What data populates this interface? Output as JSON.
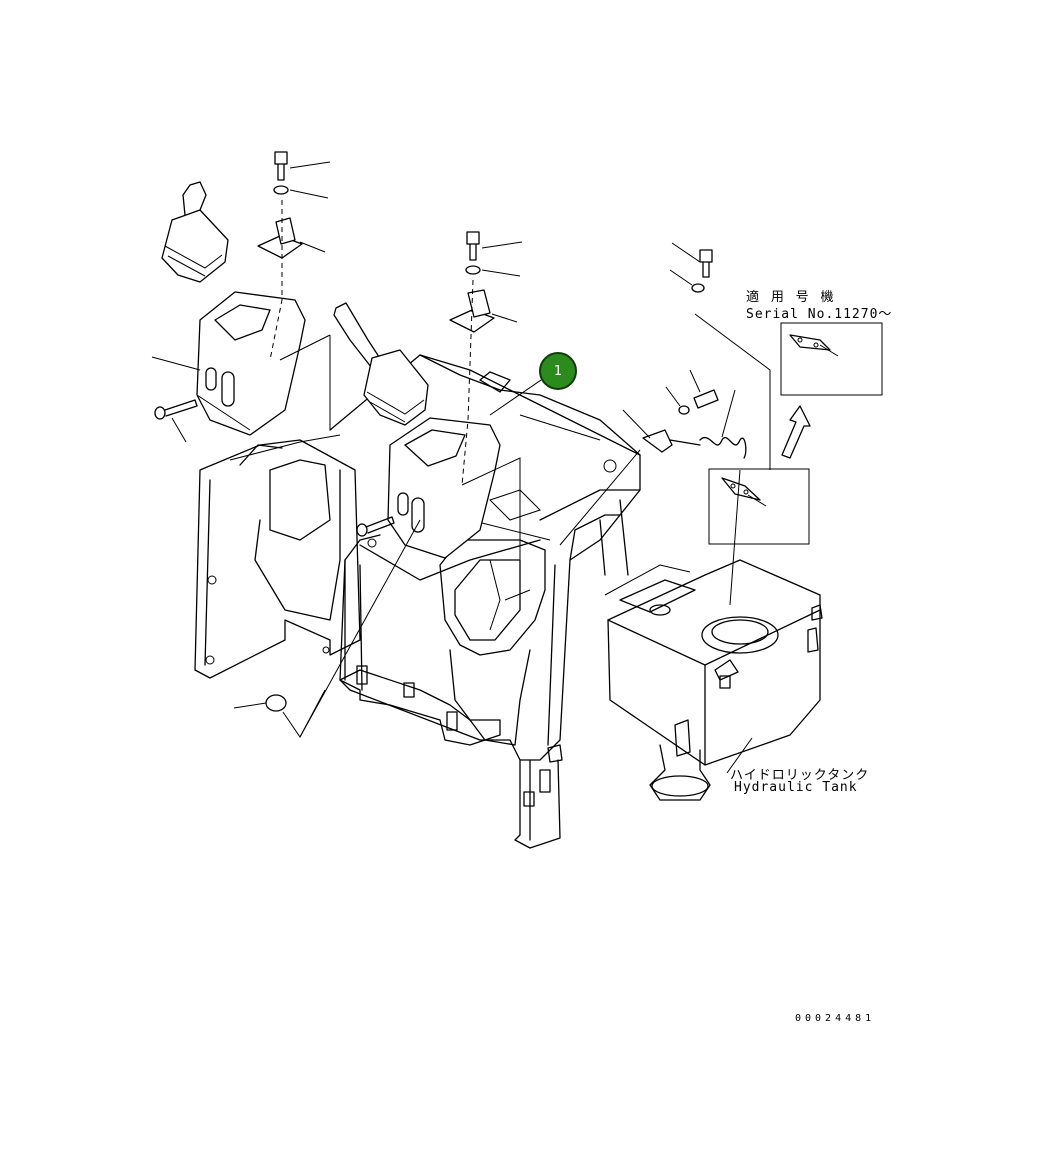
{
  "callout": {
    "number": "1",
    "color": "#2d8a1f"
  },
  "serial_note": {
    "jp": "適 用 号 機",
    "en": "Serial No.11270～"
  },
  "tank_label": {
    "jp": "ハイドロリックタンク",
    "en": "Hydraulic Tank"
  },
  "drawing_number": "00024481"
}
